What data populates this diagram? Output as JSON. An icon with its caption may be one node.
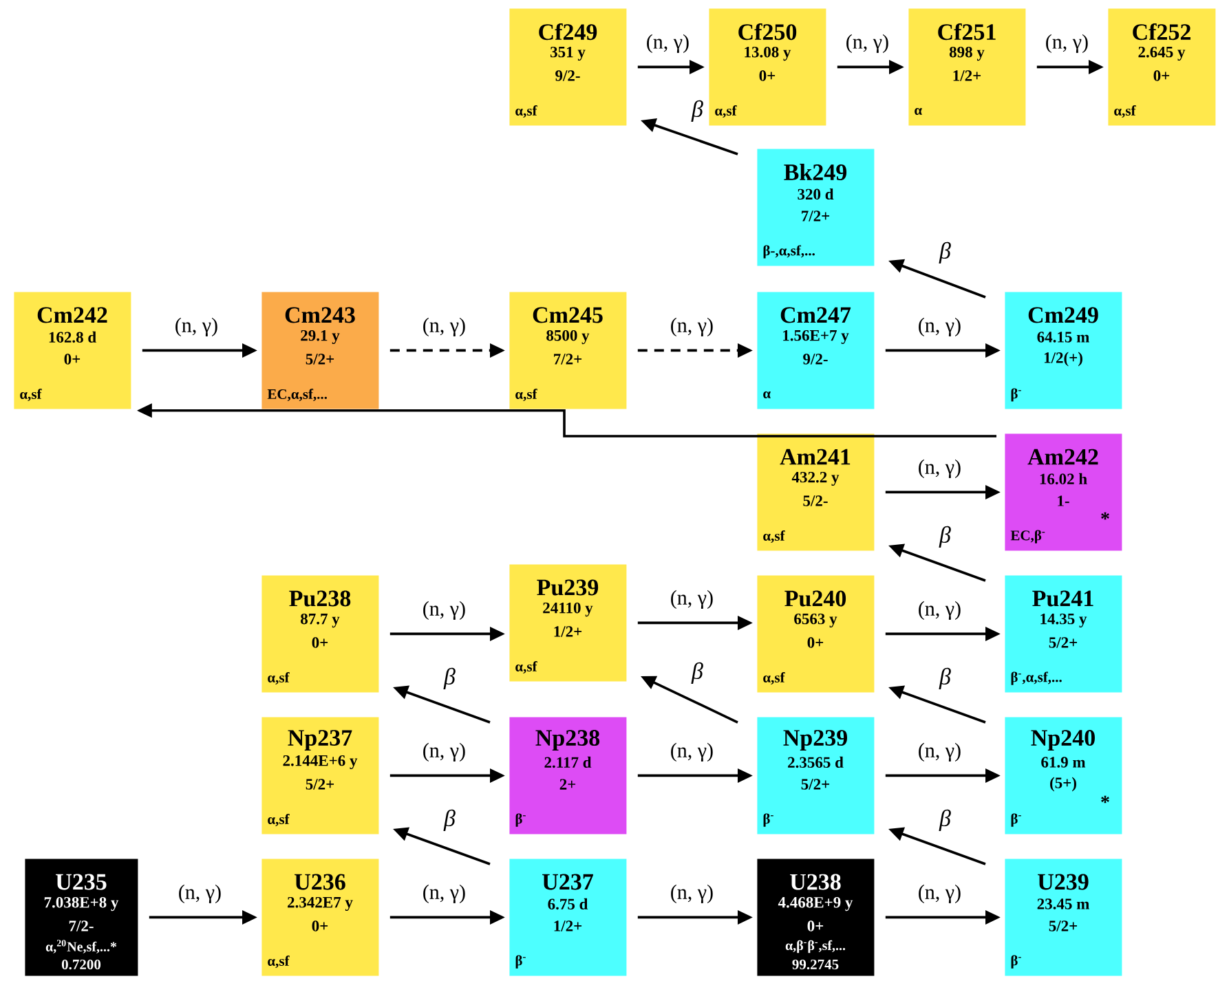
{
  "diagram": {
    "nodes": [
      {
        "text": [
          "Cf249",
          "351 y",
          "9/2-",
          "α,sf"
        ]
      },
      {
        "text": [
          "Cf250",
          "13.08 y",
          "0+",
          "α,sf"
        ]
      },
      {
        "text": [
          "Cf251",
          "898 y",
          "1/2+",
          "α"
        ]
      },
      {
        "text": [
          "Cf252",
          "2.645 y",
          "0+",
          "α,sf"
        ]
      },
      {
        "text": [
          "Bk249",
          "320 d",
          "7/2+",
          "β-,α,sf,..."
        ]
      },
      {
        "text": [
          "Cm242",
          "162.8 d",
          "0+",
          "α,sf"
        ]
      },
      {
        "text": [
          "Cm243",
          "29.1 y",
          "5/2+",
          "EC,α,sf,..."
        ]
      },
      {
        "text": [
          "Cm245",
          "8500 y",
          "7/2+",
          "α,sf"
        ]
      },
      {
        "text": [
          "Cm247",
          "1.56E+7 y",
          "9/2-",
          "α"
        ]
      },
      {
        "text": [
          "Cm249",
          "64.15 m",
          "1/2(+)",
          "β$^{-}$"
        ]
      },
      {
        "text": [
          "Am241",
          "432.2 y",
          "5/2-",
          "α,sf"
        ]
      },
      {
        "text": [
          "Am242",
          "16.02 h",
          "1-",
          "EC,β$^{-}$",
          "*"
        ]
      },
      {
        "text": [
          "Pu238",
          "87.7 y",
          "0+",
          "α,sf"
        ]
      },
      {
        "text": [
          "Pu239",
          "24110 y",
          "1/2+",
          "α,sf"
        ]
      },
      {
        "text": [
          "Pu240",
          "6563 y",
          "0+",
          "α,sf"
        ]
      },
      {
        "text": [
          "Pu241",
          "14.35 y",
          "5/2+",
          "β$^{-}$,α,sf,..."
        ]
      },
      {
        "text": [
          "Np237",
          "2.144E+6 y",
          "5/2+",
          "α,sf"
        ]
      },
      {
        "text": [
          "Np238",
          "2.117 d",
          "2+",
          "β$^{-}$"
        ]
      },
      {
        "text": [
          "Np239",
          "2.3565 d",
          "5/2+",
          "β$^{-}$"
        ]
      },
      {
        "text": [
          "Np240",
          "61.9 m",
          "(5+)",
          "β$^{-}$",
          "*"
        ]
      },
      {
        "text": [
          "U235",
          "7.038E+8 y",
          "7/2-",
          "α,$^{20}$Ne,sf,...*",
          "0.7200"
        ]
      },
      {
        "text": [
          "U236",
          "2.342E7 y",
          "0+",
          "α,sf"
        ]
      },
      {
        "text": [
          "U237",
          "6.75 d",
          "1/2+",
          "β$^{-}$"
        ]
      },
      {
        "text": [
          "U238",
          "4.468E+9 y",
          "0+",
          "α,β$^{-}$β$^{-}$,sf,...",
          "99.2745"
        ]
      },
      {
        "text": [
          "U239",
          "23.45 m",
          "5/2+",
          "β$^{-}$"
        ]
      }
    ],
    "edges": [
      {
        "from": 0,
        "to": 1,
        "arrow": "to",
        "label": "(n, γ)"
      },
      {
        "from": 1,
        "to": 2,
        "arrow": "to",
        "label": "(n, γ)"
      },
      {
        "from": 2,
        "to": 3,
        "arrow": "to",
        "label": "(n, γ)"
      },
      {
        "from": 4,
        "to": 0,
        "arrow": "to",
        "label": "β"
      },
      {
        "from": 9,
        "to": 4,
        "arrow": "to",
        "label": "β"
      },
      {
        "from": 5,
        "to": 6,
        "arrow": "to",
        "label": "(n, γ)"
      },
      {
        "from": 6,
        "to": 7,
        "arrow": "to",
        "label": "(n, γ)",
        "style": "dashed"
      },
      {
        "from": 7,
        "to": 8,
        "arrow": "to",
        "label": "(n, γ)",
        "style": "dashed"
      },
      {
        "from": 8,
        "to": 9,
        "arrow": "to",
        "label": "(n, γ)"
      },
      {
        "from": 11,
        "to": 5,
        "arrow": "to"
      },
      {
        "from": 10,
        "to": 11,
        "arrow": "to",
        "label": "(n, γ)"
      },
      {
        "from": 15,
        "to": 10,
        "arrow": "to",
        "label": "β"
      },
      {
        "from": 12,
        "to": 13,
        "arrow": "to",
        "label": "(n, γ)"
      },
      {
        "from": 13,
        "to": 14,
        "arrow": "to",
        "label": "(n, γ)"
      },
      {
        "from": 14,
        "to": 15,
        "arrow": "to",
        "label": "(n, γ)"
      },
      {
        "from": 17,
        "to": 12,
        "arrow": "to",
        "label": "β"
      },
      {
        "from": 18,
        "to": 13,
        "arrow": "to",
        "label": "β"
      },
      {
        "from": 19,
        "to": 14,
        "arrow": "to",
        "label": "β"
      },
      {
        "from": 16,
        "to": 17,
        "arrow": "to",
        "label": "(n, γ)"
      },
      {
        "from": 17,
        "to": 18,
        "arrow": "to",
        "label": "(n, γ)"
      },
      {
        "from": 18,
        "to": 19,
        "arrow": "to",
        "label": "(n, γ)"
      },
      {
        "from": 22,
        "to": 16,
        "arrow": "to",
        "label": "β"
      },
      {
        "from": 24,
        "to": 18,
        "arrow": "to",
        "label": "β"
      },
      {
        "from": 20,
        "to": 21,
        "arrow": "to",
        "label": "(n, γ)"
      },
      {
        "from": 21,
        "to": 22,
        "arrow": "to",
        "label": "(n, γ)"
      },
      {
        "from": 22,
        "to": 23,
        "arrow": "to",
        "label": "(n, γ)"
      },
      {
        "from": 23,
        "to": 24,
        "arrow": "to",
        "label": "(n, γ)"
      }
    ]
  }
}
